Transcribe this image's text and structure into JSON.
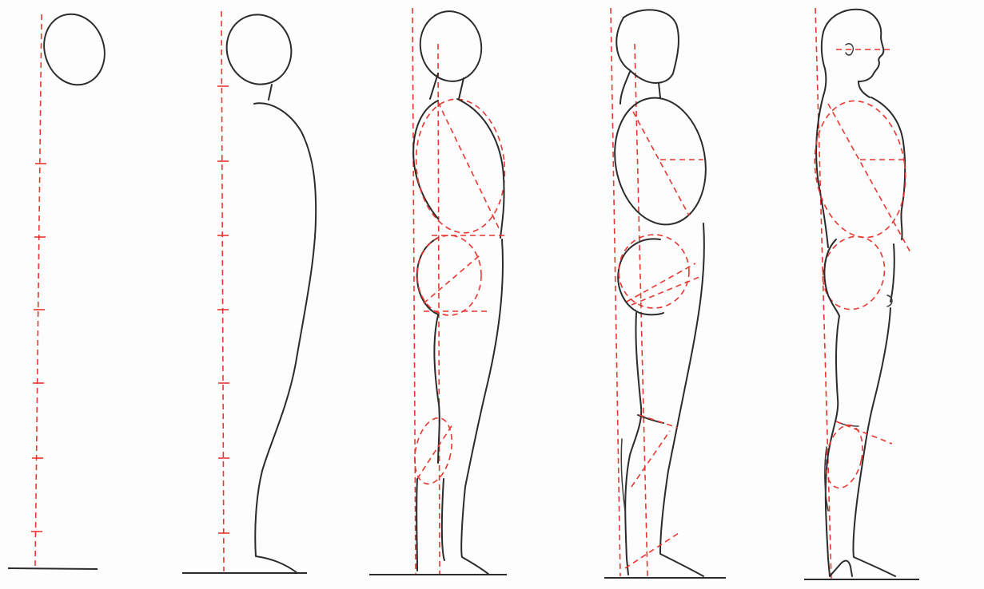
{
  "figure": {
    "stages": [
      {
        "id": 1,
        "content": [
          "head",
          "plumb-line",
          "ground-line"
        ]
      },
      {
        "id": 2,
        "content": [
          "head",
          "neck",
          "back-contour",
          "plumb-line",
          "ground-line"
        ]
      },
      {
        "id": 3,
        "content": [
          "head",
          "ribcage-oval",
          "pelvis-oval",
          "knee-oval",
          "plumb-lines",
          "ground-line"
        ]
      },
      {
        "id": 4,
        "content": [
          "head",
          "ribcage-oval",
          "pelvis-oval",
          "leg-outline",
          "plumb-lines",
          "ground-line"
        ]
      },
      {
        "id": 5,
        "content": [
          "detailed-figure",
          "ribcage-oval",
          "pelvis-oval",
          "plumb-line",
          "ground-line"
        ]
      }
    ],
    "colors": {
      "ink": "#2b2b2b",
      "guide": "#e8372f",
      "paper": "#fdfdfd"
    }
  }
}
